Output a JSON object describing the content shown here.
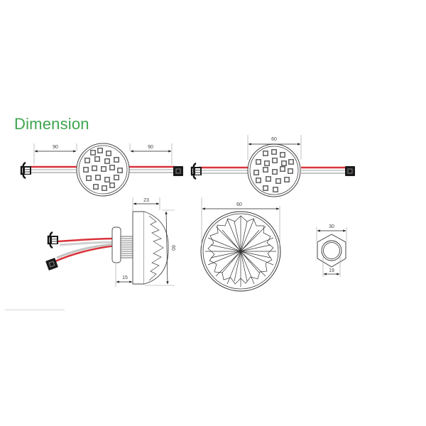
{
  "title": "Dimension",
  "colors": {
    "title": "#3fa54f",
    "wire_red": "#d9323a",
    "wire_grey": "#c9c9c9",
    "line": "#333333"
  },
  "views": {
    "front_with_cable": {
      "left_cable_length": "90",
      "right_cable_length": "90",
      "led_count": 19
    },
    "front_top_dim": {
      "diameter": "60"
    },
    "side_view": {
      "depth": "23",
      "height": "60",
      "thread_length": "15"
    },
    "lens_view": {
      "diameter": "60"
    },
    "nut_view": {
      "outer": "30",
      "inner": "19"
    }
  }
}
